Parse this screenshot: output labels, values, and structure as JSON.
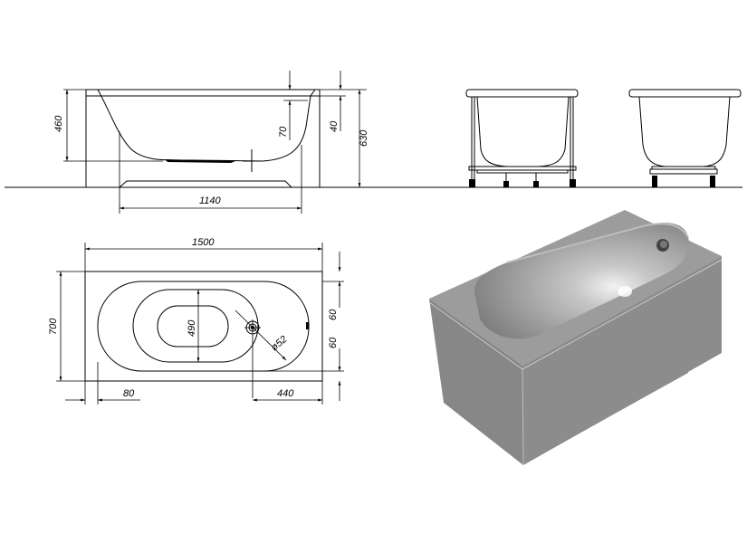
{
  "drawing": {
    "side_view": {
      "dimensions": {
        "depth": "460",
        "overflow_offset": "70",
        "rim_thickness": "40",
        "total_height": "630",
        "bottom_length": "1140"
      }
    },
    "top_view": {
      "dimensions": {
        "length": "1500",
        "width": "700",
        "inner_width": "490",
        "drain_offset_1": "60",
        "drain_offset_2": "60",
        "drain_diameter": "ø52",
        "rim_offset": "80",
        "drain_from_end": "440"
      }
    },
    "end_views": {
      "with_frame": "end-view-with-frame",
      "with_legs": "end-view-with-legs"
    },
    "render_3d": {
      "label": "3d-render-bathtub-with-panel",
      "colors": {
        "panel": "#8e8e8e",
        "top": "#9a9a9a",
        "bowl_light": "#d0d0d0",
        "bowl_dark": "#7a7a7a"
      }
    }
  }
}
